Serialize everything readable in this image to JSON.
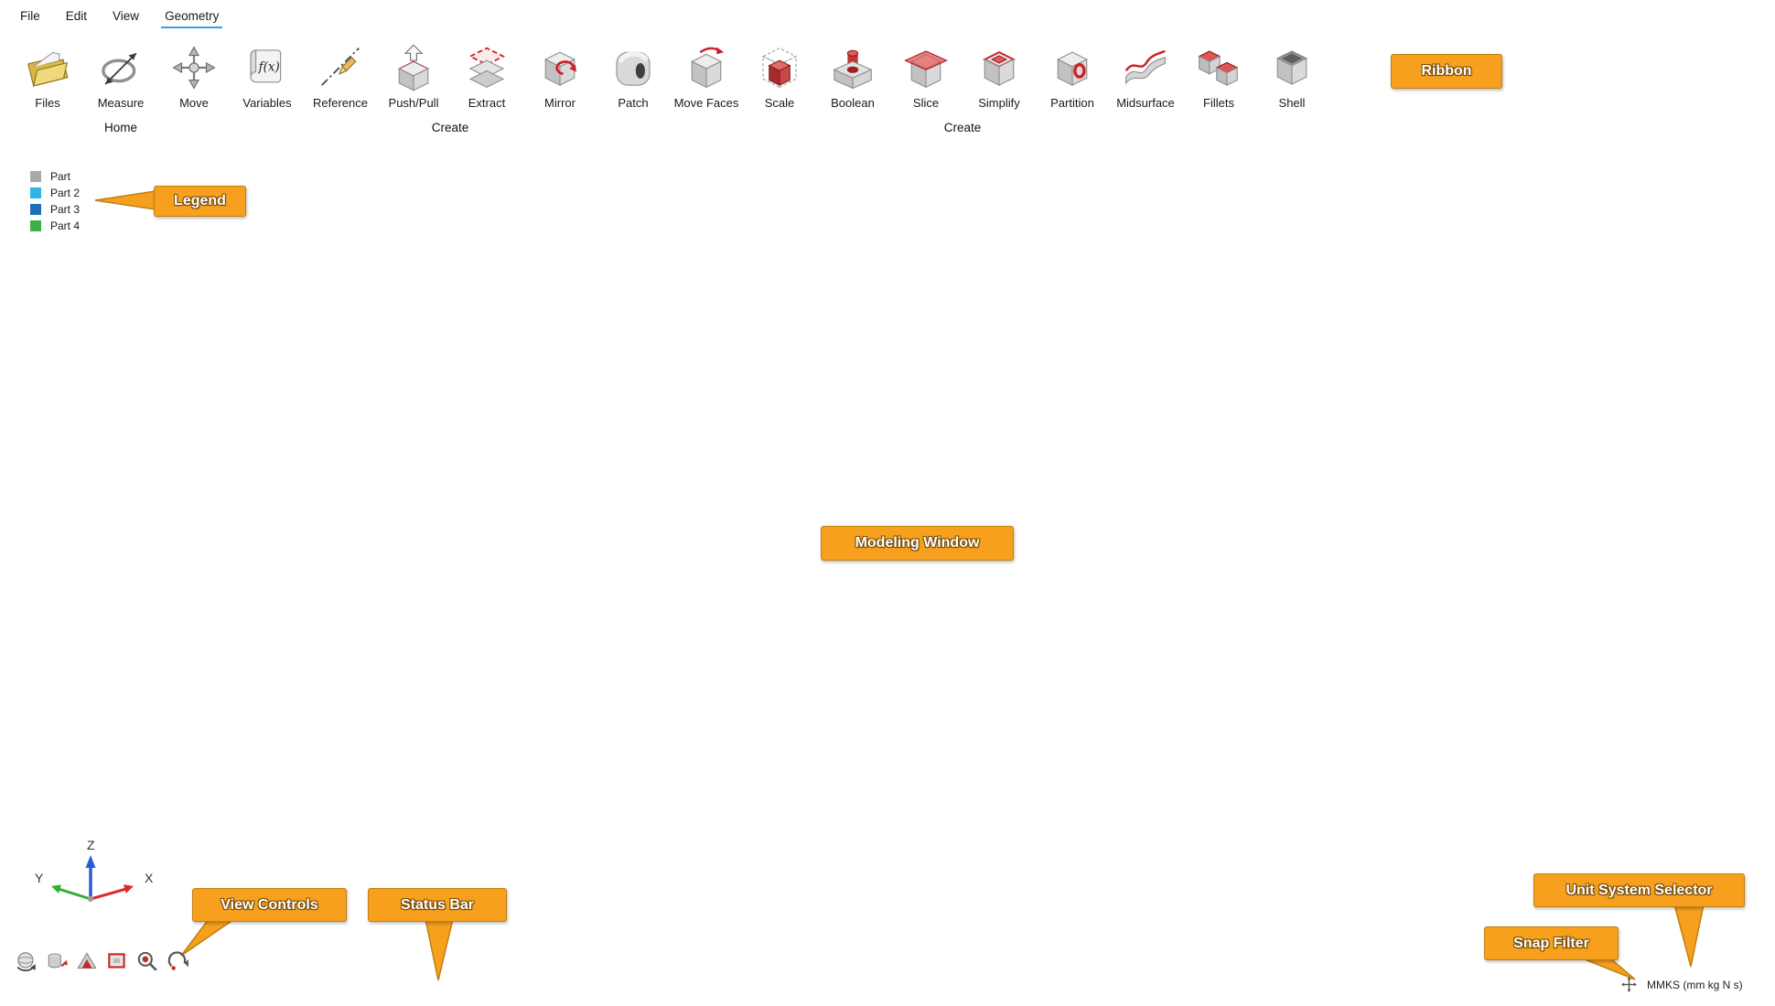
{
  "menu": {
    "items": [
      {
        "label": "File"
      },
      {
        "label": "Edit"
      },
      {
        "label": "View"
      },
      {
        "label": "Geometry",
        "active": true
      }
    ]
  },
  "ribbon": {
    "tools": [
      {
        "label": "Files",
        "icon": "files-icon"
      },
      {
        "label": "Measure",
        "icon": "measure-icon"
      },
      {
        "label": "Move",
        "icon": "move-icon"
      },
      {
        "label": "Variables",
        "icon": "variables-icon"
      },
      {
        "label": "Reference",
        "icon": "reference-icon"
      },
      {
        "label": "Push/Pull",
        "icon": "push-pull-icon"
      },
      {
        "label": "Extract",
        "icon": "extract-icon"
      },
      {
        "label": "Mirror",
        "icon": "mirror-icon"
      },
      {
        "label": "Patch",
        "icon": "patch-icon"
      },
      {
        "label": "Move Faces",
        "icon": "move-faces-icon"
      },
      {
        "label": "Scale",
        "icon": "scale-icon"
      },
      {
        "label": "Boolean",
        "icon": "boolean-icon"
      },
      {
        "label": "Slice",
        "icon": "slice-icon"
      },
      {
        "label": "Simplify",
        "icon": "simplify-icon"
      },
      {
        "label": "Partition",
        "icon": "partition-icon"
      },
      {
        "label": "Midsurface",
        "icon": "midsurface-icon"
      },
      {
        "label": "Fillets",
        "icon": "fillets-icon"
      },
      {
        "label": "Shell",
        "icon": "shell-icon"
      }
    ],
    "groups": [
      {
        "label": "Home"
      },
      {
        "label": "Create"
      },
      {
        "label": "Create"
      }
    ]
  },
  "legend": {
    "items": [
      {
        "label": "Part",
        "color": "#a9a9a9"
      },
      {
        "label": "Part 2",
        "color": "#2fb4e9"
      },
      {
        "label": "Part 3",
        "color": "#1d6fba"
      },
      {
        "label": "Part 4",
        "color": "#3fae49"
      }
    ]
  },
  "callouts": {
    "ribbon": "Ribbon",
    "legend": "Legend",
    "modeling_window": "Modeling Window",
    "view_controls": "View Controls",
    "status_bar": "Status Bar",
    "snap_filter": "Snap Filter",
    "unit_system_selector": "Unit System Selector",
    "bg_color": "#f6a01e",
    "border_color": "#c07f12"
  },
  "triad": {
    "x_label": "X",
    "y_label": "Y",
    "z_label": "Z",
    "x_color": "#d92b2b",
    "y_color": "#2fae2f",
    "z_color": "#2a5bd7"
  },
  "status_bar": {
    "unit_system": "MMKS (mm kg N s)"
  },
  "view_controls": {
    "icons": [
      "orbit-icon",
      "pan-icon",
      "look-at-icon",
      "plan-view-icon",
      "zoom-icon",
      "previous-view-icon"
    ]
  }
}
